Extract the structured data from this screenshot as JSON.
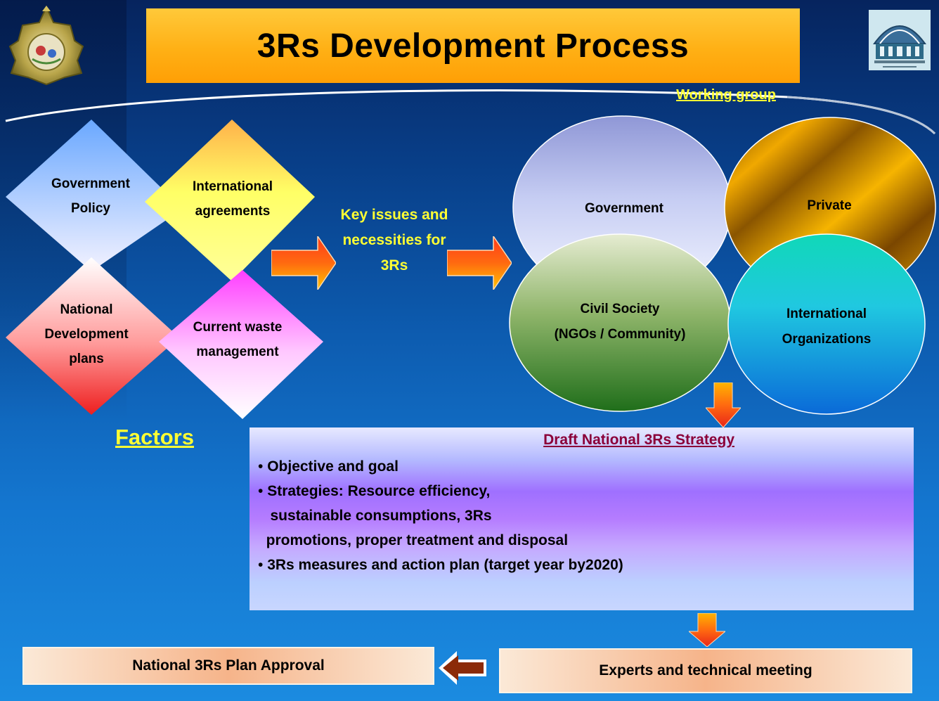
{
  "title": "3Rs Development Process",
  "working_group": "Working group",
  "factors_label": "Factors",
  "diamonds": {
    "gov_policy": [
      "Government",
      "Policy"
    ],
    "intl_agreements": [
      "International",
      "agreements"
    ],
    "natl_dev": [
      "National",
      "Development",
      "plans"
    ],
    "waste_mgmt": [
      "Current waste",
      "management"
    ]
  },
  "key_issues": [
    "Key issues and",
    "necessities for",
    "3Rs"
  ],
  "groups": {
    "government": "Government",
    "private": "Private",
    "civil_society": [
      "Civil Society",
      "(NGOs / Community)"
    ],
    "international": [
      "International",
      "Organizations"
    ]
  },
  "draft": {
    "title": "Draft National 3Rs Strategy",
    "bullet_char": "•",
    "lines": [
      {
        "bullet": true,
        "text": "Objective and goal"
      },
      {
        "bullet": true,
        "text": "Strategies: Resource efficiency,"
      },
      {
        "bullet": false,
        "text": "   sustainable consumptions, 3Rs"
      },
      {
        "bullet": false,
        "text": "  promotions, proper treatment and disposal"
      },
      {
        "bullet": true,
        "text": "3Rs measures and action plan (target year by2020)"
      }
    ]
  },
  "experts_meeting": "Experts and technical meeting",
  "plan_approval": "National 3Rs Plan Approval",
  "colors": {
    "title_bg": "#ffb015",
    "highlight_text": "#ffff33",
    "draft_title": "#8b0038",
    "arrow_red": "#e8251a",
    "arrow_orange": "#ffb400",
    "back_arrow": "#8b2a08"
  }
}
